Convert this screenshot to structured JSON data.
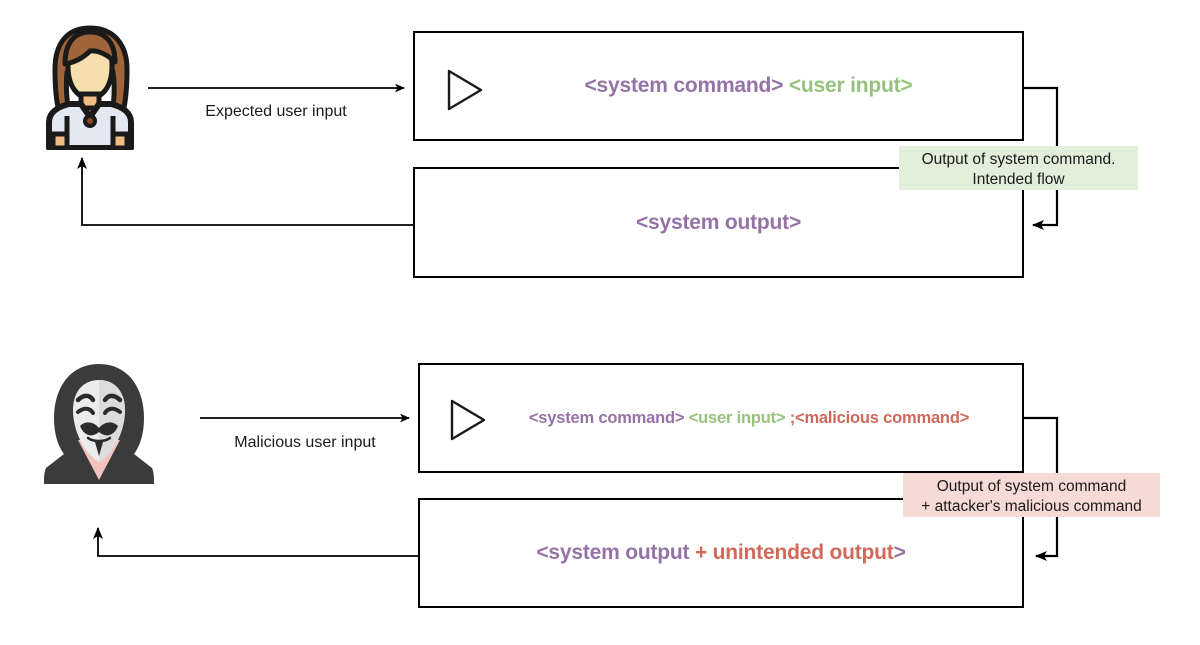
{
  "diagram": {
    "title": "Command injection intended vs malicious flow",
    "colors": {
      "purple": "#9673A6",
      "green": "#97C27D",
      "red": "#D1685A",
      "callout_green_bg": "#E2EFDA",
      "callout_red_bg": "#F6DAD5",
      "stroke": "#000000"
    }
  },
  "intended_flow": {
    "actor": {
      "name": "user-avatar",
      "description": "female user avatar"
    },
    "input_edge_label": "Expected user input",
    "command_box": {
      "icon": "play-triangle-icon",
      "segments": [
        {
          "text": "<system command>",
          "color": "purple"
        },
        {
          "text": " ",
          "color": "purple"
        },
        {
          "text": "<user input>",
          "color": "green"
        }
      ]
    },
    "callout": {
      "line1": "Output of system command.",
      "line2": "Intended flow"
    },
    "output_box": {
      "segments": [
        {
          "text": "<system output>",
          "color": "purple"
        }
      ]
    }
  },
  "malicious_flow": {
    "actor": {
      "name": "hacker-avatar",
      "description": "hooded attacker wearing Guy Fawkes mask"
    },
    "input_edge_label": "Malicious user input",
    "command_box": {
      "icon": "play-triangle-icon",
      "segments": [
        {
          "text": "<system command>",
          "color": "purple"
        },
        {
          "text": " ",
          "color": "purple"
        },
        {
          "text": "<user input>",
          "color": "green"
        },
        {
          "text": " ",
          "color": "green"
        },
        {
          "text": ";<malicious command>",
          "color": "red"
        }
      ]
    },
    "callout": {
      "line1": "Output of system command",
      "line2": "+ attacker's malicious command"
    },
    "output_box": {
      "segments": [
        {
          "text": "<system output ",
          "color": "purple"
        },
        {
          "text": "+ unintended output",
          "color": "red"
        },
        {
          "text": ">",
          "color": "purple"
        }
      ]
    }
  }
}
